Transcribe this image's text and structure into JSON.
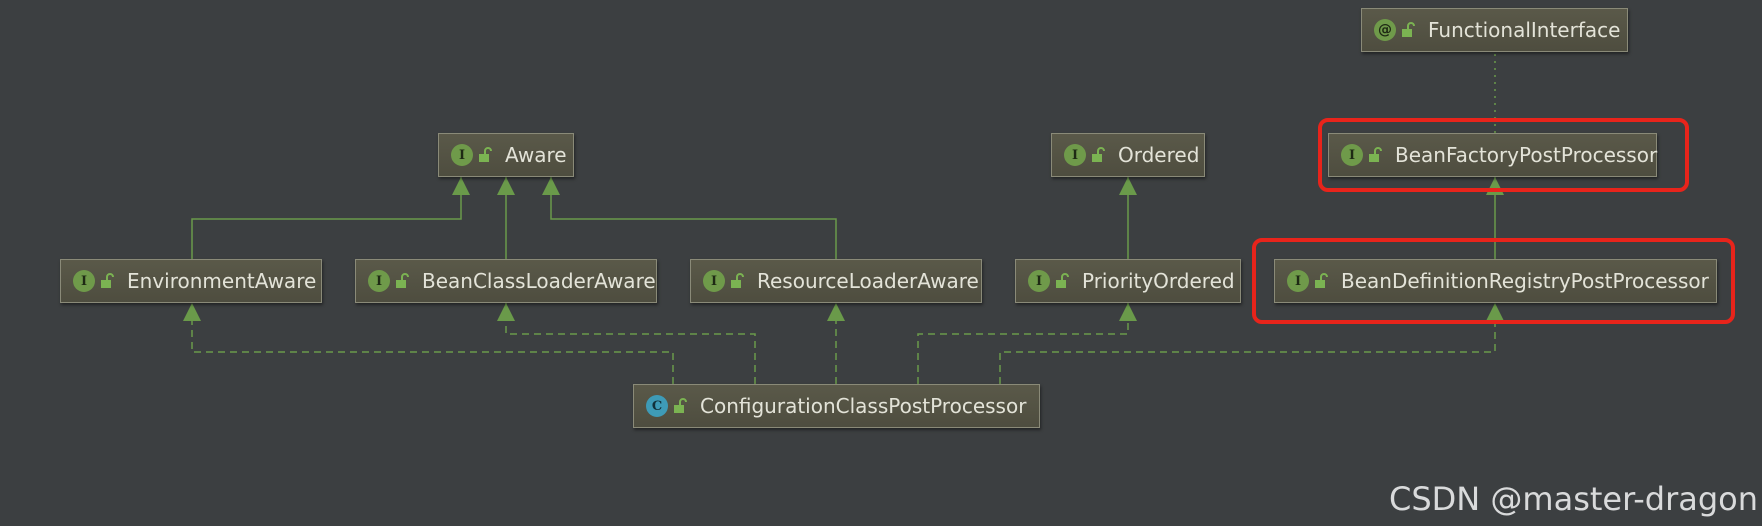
{
  "diagram": {
    "nodes": {
      "functional_interface": {
        "label": "FunctionalInterface",
        "badge": "@",
        "kind": "annotation"
      },
      "bean_factory_post_processor": {
        "label": "BeanFactoryPostProcessor",
        "badge": "I",
        "kind": "interface"
      },
      "aware": {
        "label": "Aware",
        "badge": "I",
        "kind": "interface"
      },
      "ordered": {
        "label": "Ordered",
        "badge": "I",
        "kind": "interface"
      },
      "environment_aware": {
        "label": "EnvironmentAware",
        "badge": "I",
        "kind": "interface"
      },
      "bean_class_loader_aware": {
        "label": "BeanClassLoaderAware",
        "badge": "I",
        "kind": "interface"
      },
      "resource_loader_aware": {
        "label": "ResourceLoaderAware",
        "badge": "I",
        "kind": "interface"
      },
      "priority_ordered": {
        "label": "PriorityOrdered",
        "badge": "I",
        "kind": "interface"
      },
      "bean_definition_registry_post_processor": {
        "label": "BeanDefinitionRegistryPostProcessor",
        "badge": "I",
        "kind": "interface"
      },
      "configuration_class_post_processor": {
        "label": "ConfigurationClassPostProcessor",
        "badge": "C",
        "kind": "class"
      }
    },
    "edges": [
      {
        "from": "environment_aware",
        "to": "aware",
        "style": "extends"
      },
      {
        "from": "bean_class_loader_aware",
        "to": "aware",
        "style": "extends"
      },
      {
        "from": "resource_loader_aware",
        "to": "aware",
        "style": "extends"
      },
      {
        "from": "priority_ordered",
        "to": "ordered",
        "style": "extends"
      },
      {
        "from": "bean_definition_registry_post_processor",
        "to": "bean_factory_post_processor",
        "style": "extends"
      },
      {
        "from": "bean_factory_post_processor",
        "to": "functional_interface",
        "style": "annotated"
      },
      {
        "from": "configuration_class_post_processor",
        "to": "environment_aware",
        "style": "implements"
      },
      {
        "from": "configuration_class_post_processor",
        "to": "bean_class_loader_aware",
        "style": "implements"
      },
      {
        "from": "configuration_class_post_processor",
        "to": "resource_loader_aware",
        "style": "implements"
      },
      {
        "from": "configuration_class_post_processor",
        "to": "priority_ordered",
        "style": "implements"
      },
      {
        "from": "configuration_class_post_processor",
        "to": "bean_definition_registry_post_processor",
        "style": "implements"
      }
    ],
    "highlighted": [
      "bean_factory_post_processor",
      "bean_definition_registry_post_processor"
    ]
  },
  "colors": {
    "background": "#3c3f41",
    "edge": "#6a9a4a",
    "highlight": "#e8241b",
    "interface_badge": "#6f9a4a",
    "class_badge": "#3e9bb7"
  },
  "watermark": "CSDN @master-dragon"
}
